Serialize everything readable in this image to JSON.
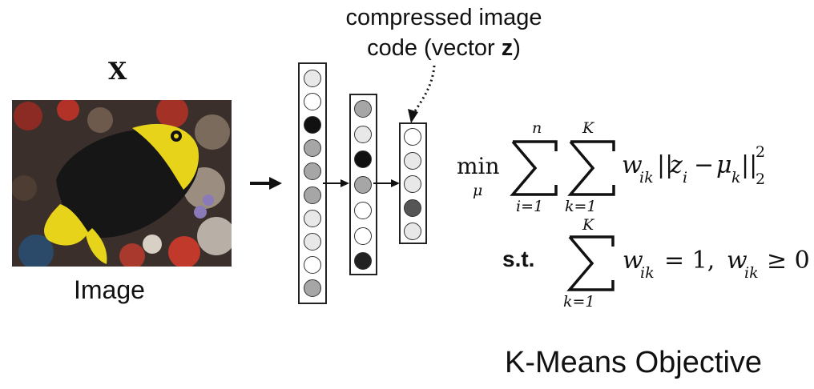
{
  "input_label": "X",
  "image_caption": "Image",
  "code_caption": {
    "line1": "compressed image",
    "line2_prefix": "code (vector ",
    "line2_vector": "z",
    "line2_suffix": ")"
  },
  "layers": [
    {
      "nodes": [
        "#e8e8e8",
        "#ffffff",
        "#111111",
        "#a6a6a6",
        "#a6a6a6",
        "#a6a6a6",
        "#e8e8e8",
        "#e8e8e8",
        "#ffffff",
        "#a6a6a6"
      ]
    },
    {
      "nodes": [
        "#a6a6a6",
        "#e8e8e8",
        "#111111",
        "#a6a6a6",
        "#ffffff",
        "#ffffff",
        "#222222"
      ]
    },
    {
      "nodes": [
        "#ffffff",
        "#e8e8e8",
        "#e8e8e8",
        "#555555",
        "#e8e8e8"
      ]
    }
  ],
  "objective": {
    "min": "min",
    "min_sub": "μ",
    "sum1_top": "n",
    "sum1_bottom": "i=1",
    "sum2_top": "K",
    "sum2_bottom": "k=1",
    "w": "w",
    "w_sub": "ik",
    "bar_open": "||",
    "z": "z",
    "z_sub": "i",
    "minus": "−",
    "mu": "μ",
    "mu_sub": "k",
    "bar_close": "||",
    "norm_sup": "2",
    "norm_sub": "2"
  },
  "constraint": {
    "st": "s.t.",
    "sum_top": "K",
    "sum_bottom": "k=1",
    "w": "w",
    "w_sub": "ik",
    "eq": "= 1,",
    "w2": "w",
    "w2_sub": "ik",
    "geq": "≥ 0"
  },
  "title": "K-Means Objective"
}
